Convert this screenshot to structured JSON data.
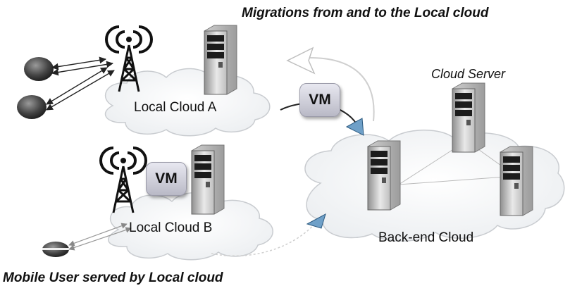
{
  "diagram": {
    "title_top": "Migrations from and to the Local cloud",
    "title_bottom": "Mobile User served by Local cloud",
    "cloud_server_label": "Cloud Server",
    "local_cloud_a_label": "Local Cloud A",
    "local_cloud_b_label": "Local Cloud B",
    "backend_cloud_label": "Back-end Cloud",
    "vm_label_migrating": "VM",
    "vm_label_local_b": "VM"
  },
  "icons": [
    "antenna-tower-icon",
    "server-icon",
    "mobile-user-icon",
    "cloud-icon"
  ]
}
